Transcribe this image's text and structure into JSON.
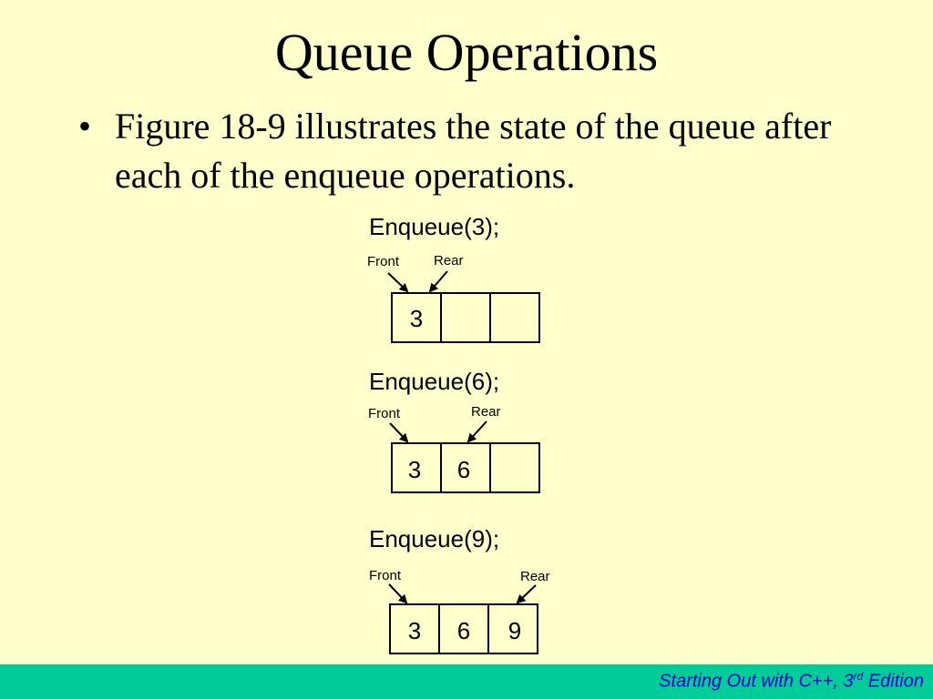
{
  "slide": {
    "title": "Queue Operations",
    "bullet_marker": "•",
    "bullet_text": "Figure 18-9 illustrates the state of the queue after each of the enqueue operations."
  },
  "diagram": {
    "steps": [
      {
        "label": "Enqueue(3);",
        "front": "Front",
        "rear": "Rear",
        "cells": [
          "3",
          "",
          ""
        ]
      },
      {
        "label": "Enqueue(6);",
        "front": "Front",
        "rear": "Rear",
        "cells": [
          "3",
          "6",
          ""
        ]
      },
      {
        "label": "Enqueue(9);",
        "front": "Front",
        "rear": "Rear",
        "cells": [
          "3",
          "6",
          "9"
        ]
      }
    ]
  },
  "footer": {
    "text_main": "Starting Out with C++, 3",
    "text_sup": "rd",
    "text_end": " Edition",
    "background": "#00cc99",
    "text_color": "#0000cc"
  }
}
